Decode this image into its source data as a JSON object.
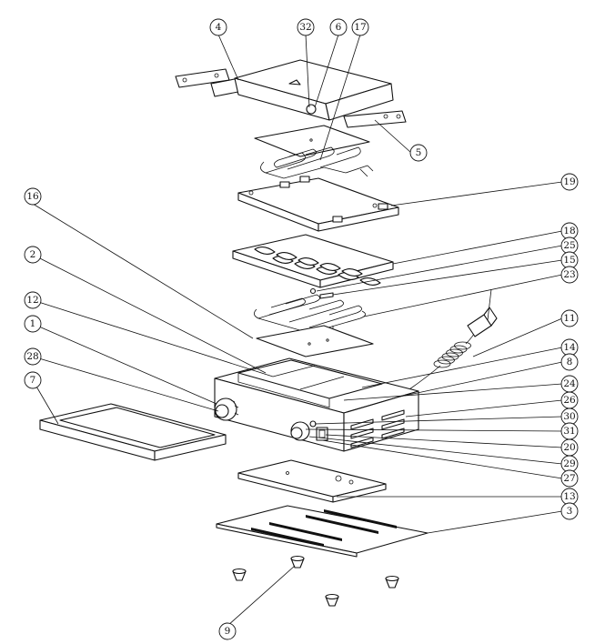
{
  "diagram": {
    "labels": {
      "p1": "1",
      "p2": "2",
      "p3": "3",
      "p4": "4",
      "p5": "5",
      "p6": "6",
      "p7": "7",
      "p8": "8",
      "p9": "9",
      "p11": "11",
      "p12": "12",
      "p13": "13",
      "p14": "14",
      "p15": "15",
      "p16": "16",
      "p17": "17",
      "p18": "18",
      "p19": "19",
      "p20": "20",
      "p23": "23",
      "p24": "24",
      "p25": "25",
      "p26": "26",
      "p27": "27",
      "p28": "28",
      "p29": "29",
      "p30": "30",
      "p31": "31",
      "p32": "32"
    }
  }
}
